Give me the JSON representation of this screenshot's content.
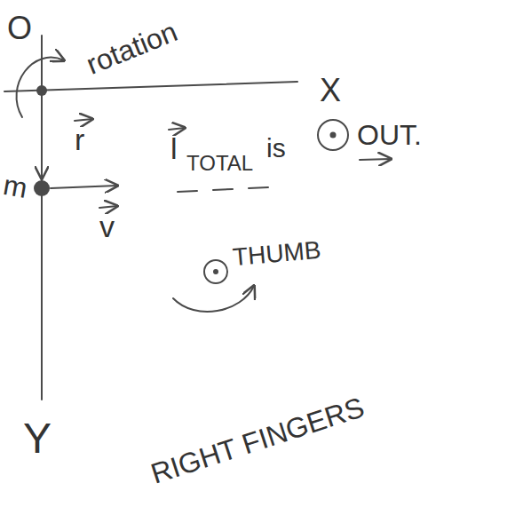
{
  "diagram": {
    "labels": [
      "O",
      "rotation",
      "X",
      "r",
      "l",
      "TOTAL",
      "is",
      "OUT.",
      "m",
      "v",
      "THUMB",
      "RIGHT FINGERS",
      "Y"
    ]
  }
}
